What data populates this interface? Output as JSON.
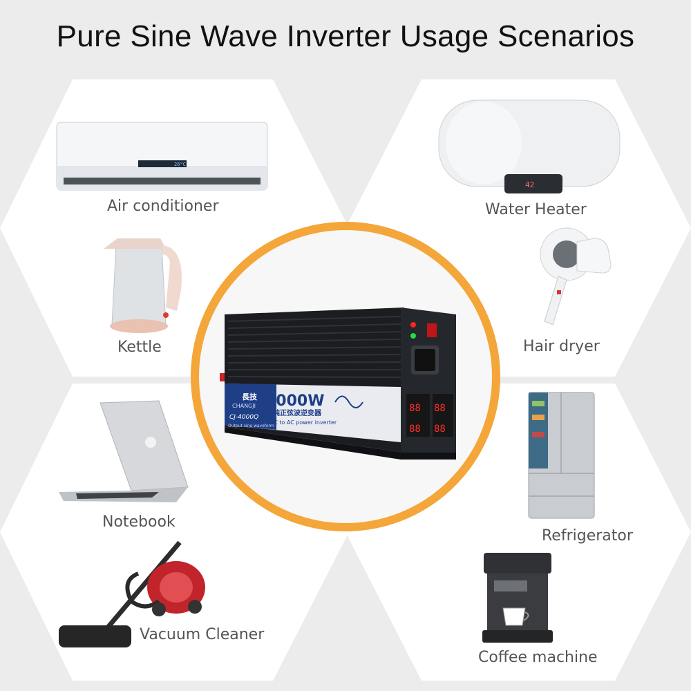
{
  "title": "Pure Sine Wave Inverter Usage Scenarios",
  "appliances": [
    {
      "label": "Air conditioner",
      "icon": "air-conditioner-icon"
    },
    {
      "label": "Water Heater",
      "icon": "water-heater-icon"
    },
    {
      "label": "Kettle",
      "icon": "kettle-icon"
    },
    {
      "label": "Hair dryer",
      "icon": "hair-dryer-icon"
    },
    {
      "label": "Notebook",
      "icon": "notebook-icon"
    },
    {
      "label": "Refrigerator",
      "icon": "refrigerator-icon"
    },
    {
      "label": "Vacuum Cleaner",
      "icon": "vacuum-cleaner-icon"
    },
    {
      "label": "Coffee machine",
      "icon": "coffee-machine-icon"
    }
  ],
  "product": {
    "brand_logo": "CHANGJI",
    "brand_cn": "長技",
    "power": "4000W",
    "subtitle_cn": "純正弦波逆变器",
    "line": "DC to AC  power inverter",
    "model": "CJ-4000Q",
    "wave": "Output sine waveform",
    "ac_display": "26°C",
    "heater_display": "42"
  },
  "colors": {
    "ring": "#f4a63a",
    "hex": "#ffffff",
    "bg": "#ececec"
  }
}
